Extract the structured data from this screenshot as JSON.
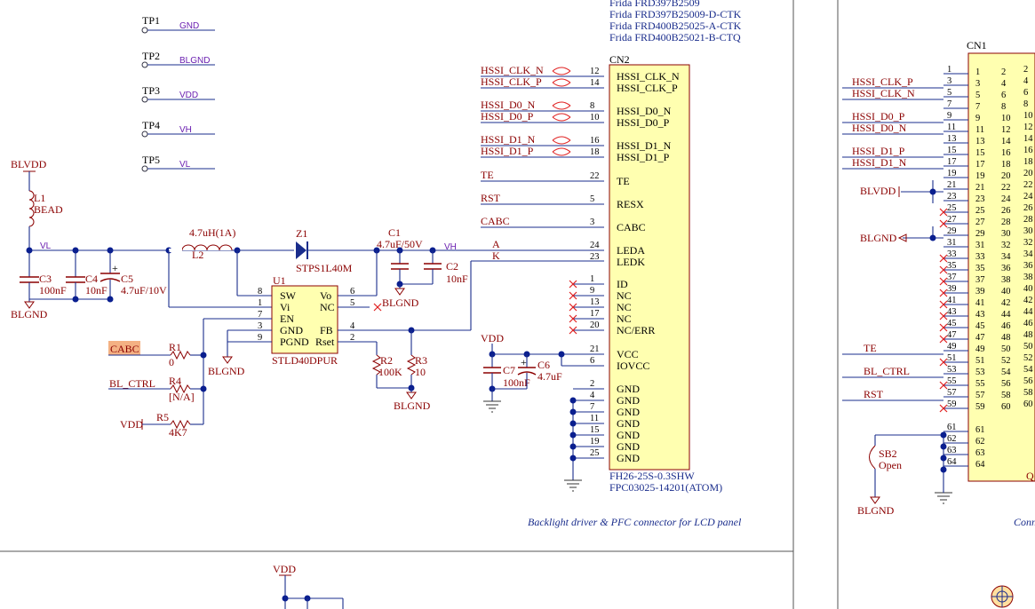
{
  "header_parts": [
    "Frida FRD397B2509",
    "Frida FRD397B25009-D-CTK",
    "Frida FRD400B25025-A-CTK",
    "Frida FRD400B25021-B-CTQ"
  ],
  "test_points": [
    {
      "ref": "TP1",
      "net": "GND"
    },
    {
      "ref": "TP2",
      "net": "BLGND"
    },
    {
      "ref": "TP3",
      "net": "VDD"
    },
    {
      "ref": "TP4",
      "net": "VH"
    },
    {
      "ref": "TP5",
      "net": "VL"
    }
  ],
  "labels": {
    "blvdd": "BLVDD",
    "blgnd": "BLGND",
    "vdd": "VDD",
    "l1_ref": "L1",
    "l1_val": "BEAD",
    "vl": "VL",
    "vh": "VH",
    "c3_ref": "C3",
    "c3_val": "100nF",
    "c4_ref": "C4",
    "c4_val": "10nF",
    "c5_ref": "C5",
    "c5_val": "4.7uF/10V",
    "l2_ref": "L2",
    "l2_val": "4.7uH(1A)",
    "z1_ref": "Z1",
    "z1_val": "STPS1L40M",
    "c1_ref": "C1",
    "c1_val": "4.7uF/50V",
    "c2_ref": "C2",
    "c2_val": "10nF",
    "u1_ref": "U1",
    "u1_val": "STLD40DPUR",
    "r1_ref": "R1",
    "r1_val": "0",
    "r4_ref": "R4",
    "r4_val": "[N/A]",
    "r5_ref": "R5",
    "r5_val": "4K7",
    "r2_ref": "R2",
    "r2_val": "100K",
    "r3_ref": "R3",
    "r3_val": "10",
    "c7_ref": "C7",
    "c7_val": "100nF",
    "c6_ref": "C6",
    "c6_val": "4.7uF",
    "cabc": "CABC",
    "bl_ctrl": "BL_CTRL",
    "cn2_ref": "CN2",
    "cn2_val1": "FH26-25S-0.3SHW",
    "cn2_val2": "FPC03025-14201(ATOM)",
    "cn1_ref": "CN1",
    "sb2_ref": "SB2",
    "sb2_val": "Open",
    "cn1_right_frag": "Q",
    "caption": "Backlight driver & PFC connector for LCD panel",
    "caption_right": "Conn"
  },
  "u1_pins_left": [
    {
      "num": "8",
      "name": "SW"
    },
    {
      "num": "1",
      "name": "Vi"
    },
    {
      "num": "7",
      "name": "EN"
    },
    {
      "num": "3",
      "name": "GND"
    },
    {
      "num": "9",
      "name": "PGND"
    }
  ],
  "u1_pins_right": [
    {
      "num": "6",
      "name": "Vo"
    },
    {
      "num": "5",
      "name": "NC"
    },
    {
      "num": "4",
      "name": "FB"
    },
    {
      "num": "2",
      "name": "Rset"
    }
  ],
  "cn2_pins": [
    {
      "num": "12",
      "name": "HSSI_CLK_N",
      "net": "HSSI_CLK_N"
    },
    {
      "num": "14",
      "name": "HSSI_CLK_P",
      "net": "HSSI_CLK_P"
    },
    {
      "num": "8",
      "name": "HSSI_D0_N",
      "net": "HSSI_D0_N"
    },
    {
      "num": "10",
      "name": "HSSI_D0_P",
      "net": "HSSI_D0_P"
    },
    {
      "num": "16",
      "name": "HSSI_D1_N",
      "net": "HSSI_D1_N"
    },
    {
      "num": "18",
      "name": "HSSI_D1_P",
      "net": "HSSI_D1_P"
    },
    {
      "num": "22",
      "name": "TE",
      "net": "TE"
    },
    {
      "num": "5",
      "name": "RESX",
      "net": "RST"
    },
    {
      "num": "3",
      "name": "CABC",
      "net": "CABC"
    },
    {
      "num": "24",
      "name": "LEDA",
      "net": "A"
    },
    {
      "num": "23",
      "name": "LEDK",
      "net": "K"
    },
    {
      "num": "1",
      "name": "ID",
      "net": ""
    },
    {
      "num": "9",
      "name": "NC",
      "net": ""
    },
    {
      "num": "13",
      "name": "NC",
      "net": ""
    },
    {
      "num": "17",
      "name": "NC",
      "net": ""
    },
    {
      "num": "20",
      "name": "NC/ERR",
      "net": ""
    },
    {
      "num": "21",
      "name": "VCC",
      "net": ""
    },
    {
      "num": "6",
      "name": "IOVCC",
      "net": ""
    },
    {
      "num": "2",
      "name": "GND",
      "net": ""
    },
    {
      "num": "4",
      "name": "GND",
      "net": ""
    },
    {
      "num": "7",
      "name": "GND",
      "net": ""
    },
    {
      "num": "11",
      "name": "GND",
      "net": ""
    },
    {
      "num": "15",
      "name": "GND",
      "net": ""
    },
    {
      "num": "19",
      "name": "GND",
      "net": ""
    },
    {
      "num": "25",
      "name": "GND",
      "net": ""
    }
  ],
  "cn1_left_nets": [
    {
      "pin": "3",
      "net": "HSSI_CLK_P"
    },
    {
      "pin": "5",
      "net": "HSSI_CLK_N"
    },
    {
      "pin": "9",
      "net": "HSSI_D0_P"
    },
    {
      "pin": "11",
      "net": "HSSI_D0_N"
    },
    {
      "pin": "15",
      "net": "HSSI_D1_P"
    },
    {
      "pin": "17",
      "net": "HSSI_D1_N"
    },
    {
      "pin": "",
      "net": "BLVDD"
    },
    {
      "pin": "",
      "net": "BLGND"
    },
    {
      "pin": "49",
      "net": "TE"
    },
    {
      "pin": "53",
      "net": "BL_CTRL"
    },
    {
      "pin": "57",
      "net": "RST"
    }
  ],
  "cn1_pin_rows": [
    [
      "1",
      "2"
    ],
    [
      "3",
      "4"
    ],
    [
      "5",
      "6"
    ],
    [
      "7",
      "8"
    ],
    [
      "9",
      "10"
    ],
    [
      "11",
      "12"
    ],
    [
      "13",
      "14"
    ],
    [
      "15",
      "16"
    ],
    [
      "17",
      "18"
    ],
    [
      "19",
      "20"
    ],
    [
      "21",
      "22"
    ],
    [
      "23",
      "24"
    ],
    [
      "25",
      "26"
    ],
    [
      "27",
      "28"
    ],
    [
      "29",
      "30"
    ],
    [
      "31",
      "32"
    ],
    [
      "33",
      "34"
    ],
    [
      "35",
      "36"
    ],
    [
      "37",
      "38"
    ],
    [
      "39",
      "40"
    ],
    [
      "41",
      "42"
    ],
    [
      "43",
      "44"
    ],
    [
      "45",
      "46"
    ],
    [
      "47",
      "48"
    ],
    [
      "49",
      "50"
    ],
    [
      "51",
      "52"
    ],
    [
      "53",
      "54"
    ],
    [
      "55",
      "56"
    ],
    [
      "57",
      "58"
    ],
    [
      "59",
      "60"
    ],
    [
      "61",
      ""
    ],
    [
      "62",
      ""
    ],
    [
      "63",
      ""
    ],
    [
      "64",
      ""
    ]
  ],
  "colors": {
    "wire": "#1a2d8c",
    "label": "#8b0000",
    "net": "#6a1fb0",
    "nc": "#e02020",
    "ic_fill": "#ffffb0",
    "junction": "#0a1f8f"
  }
}
